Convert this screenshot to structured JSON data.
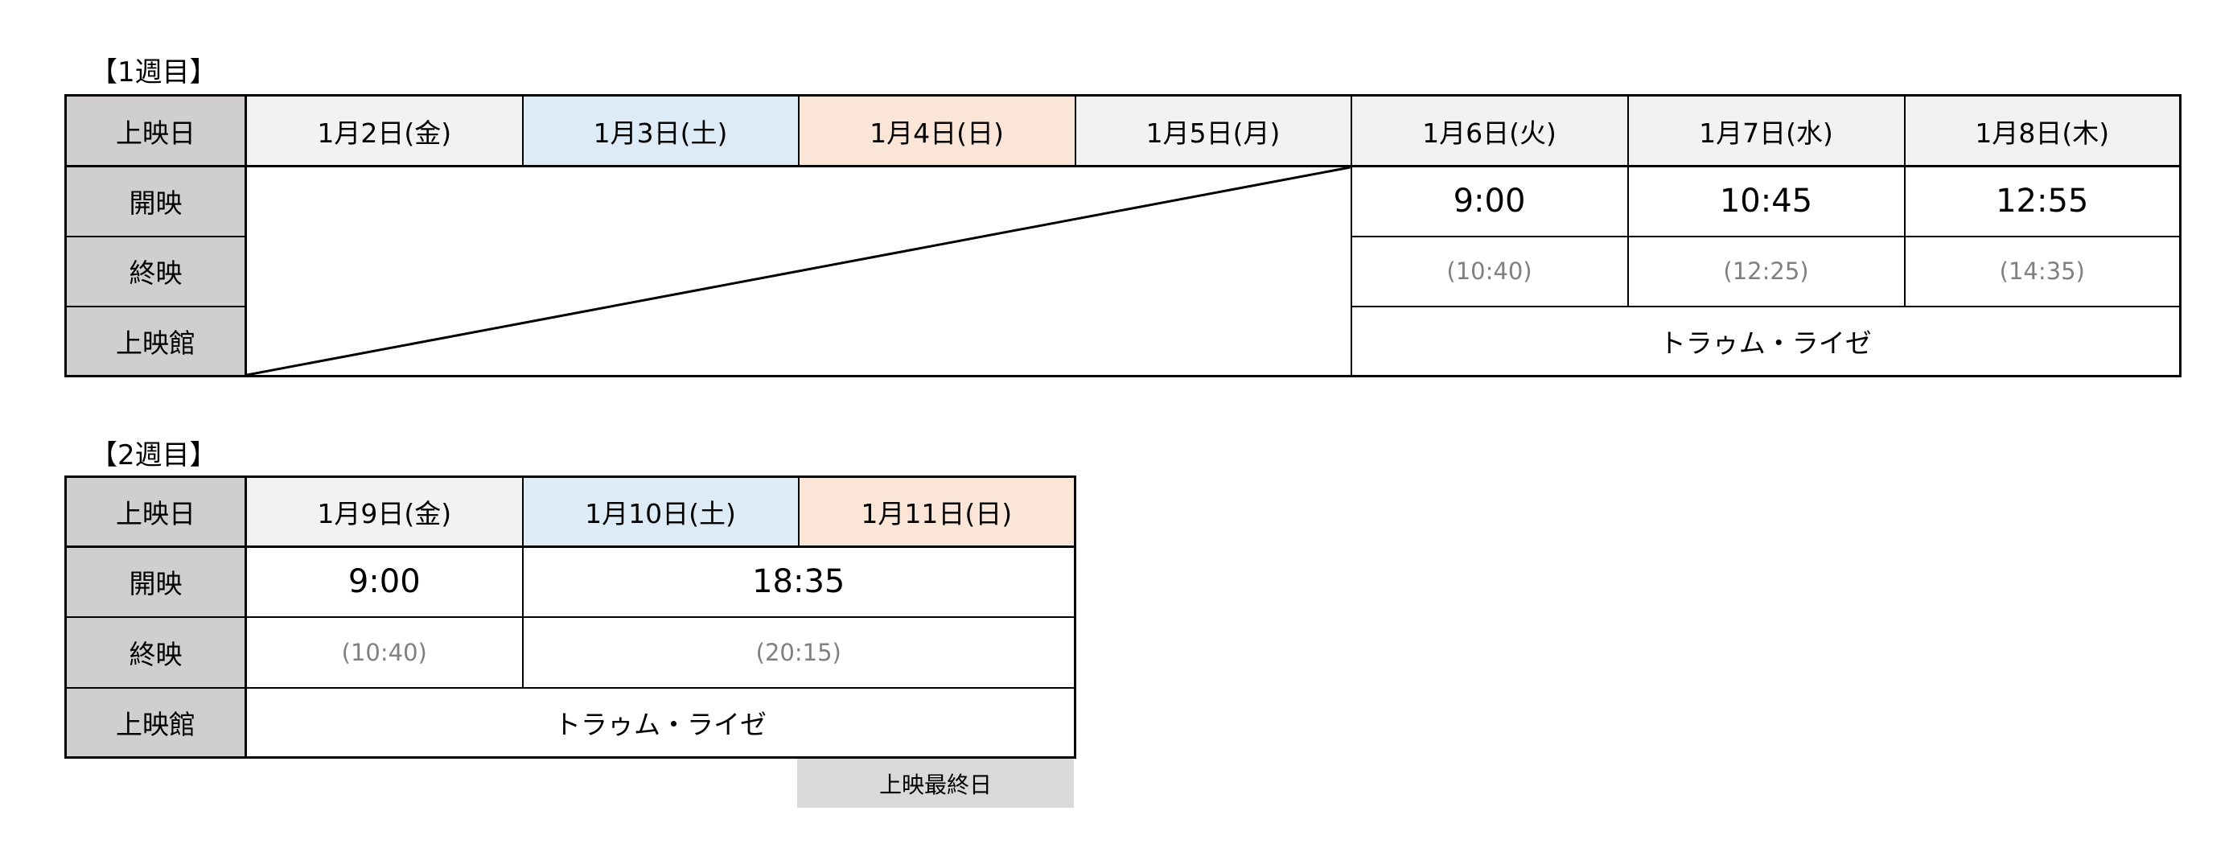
{
  "row_labels": {
    "date": "上映日",
    "start": "開映",
    "end": "終映",
    "theater": "上映館"
  },
  "week1": {
    "title": "【1週目】",
    "dates": [
      "1月2日(金)",
      "1月3日(土)",
      "1月4日(日)",
      "1月5日(月)",
      "1月6日(火)",
      "1月7日(水)",
      "1月8日(木)"
    ],
    "start_times": [
      "9:00",
      "10:45",
      "12:55"
    ],
    "end_times": [
      "(10:40)",
      "(12:25)",
      "(14:35)"
    ],
    "theater": "トラゥム・ライゼ"
  },
  "week2": {
    "title": "【2週目】",
    "dates": [
      "1月9日(金)",
      "1月10日(土)",
      "1月11日(日)"
    ],
    "start_times": [
      "9:00",
      "18:35"
    ],
    "end_times": [
      "(10:40)",
      "(20:15)"
    ],
    "theater": "トラゥム・ライゼ",
    "last_day_badge": "上映最終日"
  },
  "colors": {
    "row_header": "#d0cece",
    "weekday": "#f2f2f2",
    "saturday": "#ddebf7",
    "sunday": "#fbe5d6",
    "badge": "#d9d9d9",
    "end_time": "#808080"
  }
}
